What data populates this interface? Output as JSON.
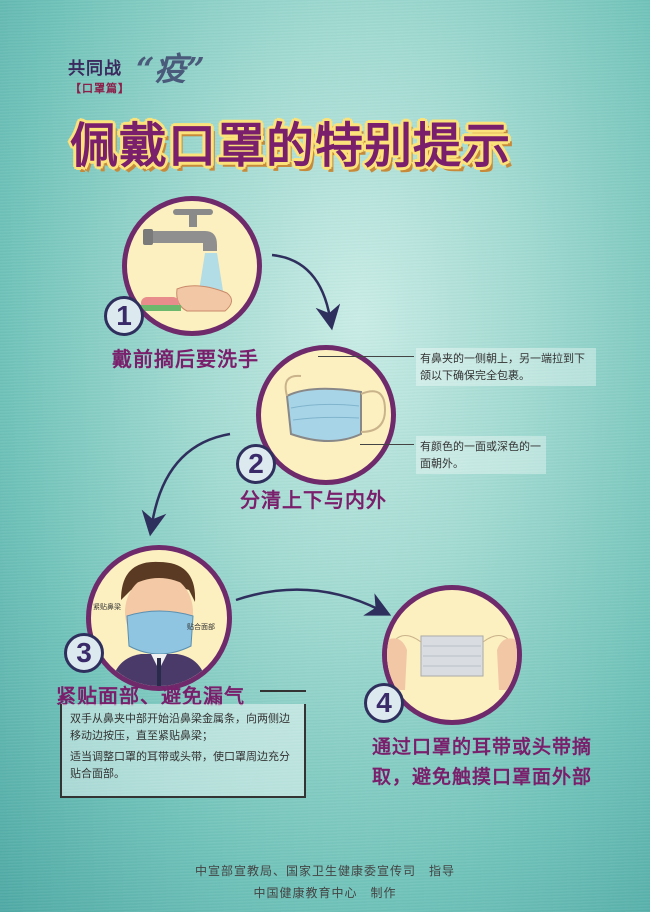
{
  "header": {
    "brand_main": "共同战",
    "brand_big": "“疫”",
    "brand_sub": "【口罩篇】",
    "title": "佩戴口罩的特别提示"
  },
  "colors": {
    "title_fill": "#7a1f6b",
    "title_outline": "#fbe27a",
    "circle_fill": "#fcefc0",
    "circle_border": "#6e2a6b",
    "background": "#9fd9d0",
    "arrow": "#2f2f5e"
  },
  "steps": [
    {
      "number": "1",
      "title": "戴前摘后要洗手",
      "illustration": "hand-washing-faucet-icon"
    },
    {
      "number": "2",
      "title": "分清上下与内外",
      "illustration": "surgical-mask-icon",
      "notes": [
        "有鼻夹的一侧朝上，另一端拉到下颌以下确保完全包裹。",
        "有颜色的一面或深色的一面朝外。"
      ]
    },
    {
      "number": "3",
      "title": "紧贴面部、避免漏气",
      "illustration": "man-wearing-mask-icon",
      "labels": [
        "紧贴鼻梁",
        "贴合面部"
      ],
      "details": [
        "双手从鼻夹中部开始沿鼻梁金属条，向两侧边移动边按压，直至紧贴鼻梁；",
        "适当调整口罩的耳带或头带，使口罩周边充分贴合面部。"
      ]
    },
    {
      "number": "4",
      "title": "通过口罩的耳带或头带摘取，避免触摸口罩面外部",
      "illustration": "hands-removing-mask-icon"
    }
  ],
  "footer": {
    "line1": "中宣部宣教局、国家卫生健康委宣传司　指导",
    "line2": "中国健康教育中心　制作"
  }
}
